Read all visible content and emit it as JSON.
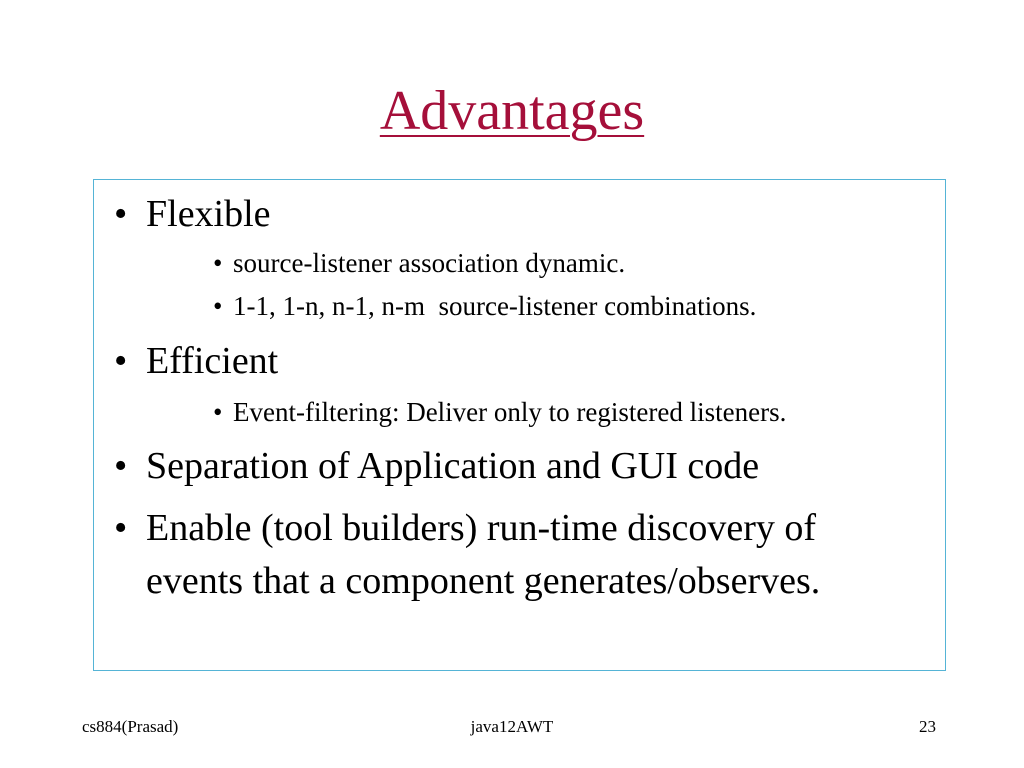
{
  "slide": {
    "title": "Advantages"
  },
  "content": {
    "bullet_char": "•",
    "items": [
      {
        "text": "Flexible"
      },
      {
        "text": "source-listener association dynamic."
      },
      {
        "text": "1-1, 1-n, n-1, n-m  source-listener combinations."
      },
      {
        "text": "Efficient"
      },
      {
        "text": "Event-filtering: Deliver only to registered listeners."
      },
      {
        "text": "Separation of Application and GUI code"
      },
      {
        "text": "Enable (tool builders) run-time discovery of events that a component generates/observes."
      }
    ]
  },
  "footer": {
    "left": "cs884(Prasad)",
    "center": "java12AWT",
    "right": "23"
  },
  "colors": {
    "title": "#a50f3a",
    "box_border": "#55b4d6"
  }
}
